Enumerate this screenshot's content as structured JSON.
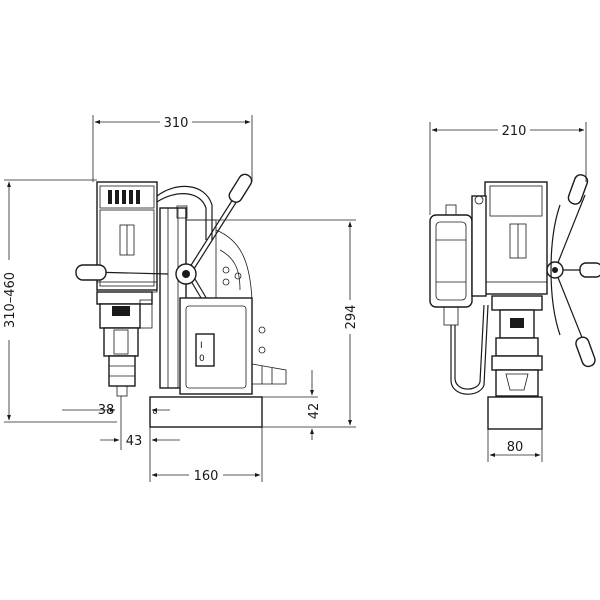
{
  "front_view": {
    "dims": {
      "width_total": "310",
      "height_range": "310–460",
      "magnet_offset": "38",
      "spindle_offset": "43",
      "magnet_width": "160",
      "magnet_height": "42",
      "column_height": "294"
    }
  },
  "side_view": {
    "dims": {
      "width_total": "210",
      "magnet_depth": "80"
    }
  }
}
